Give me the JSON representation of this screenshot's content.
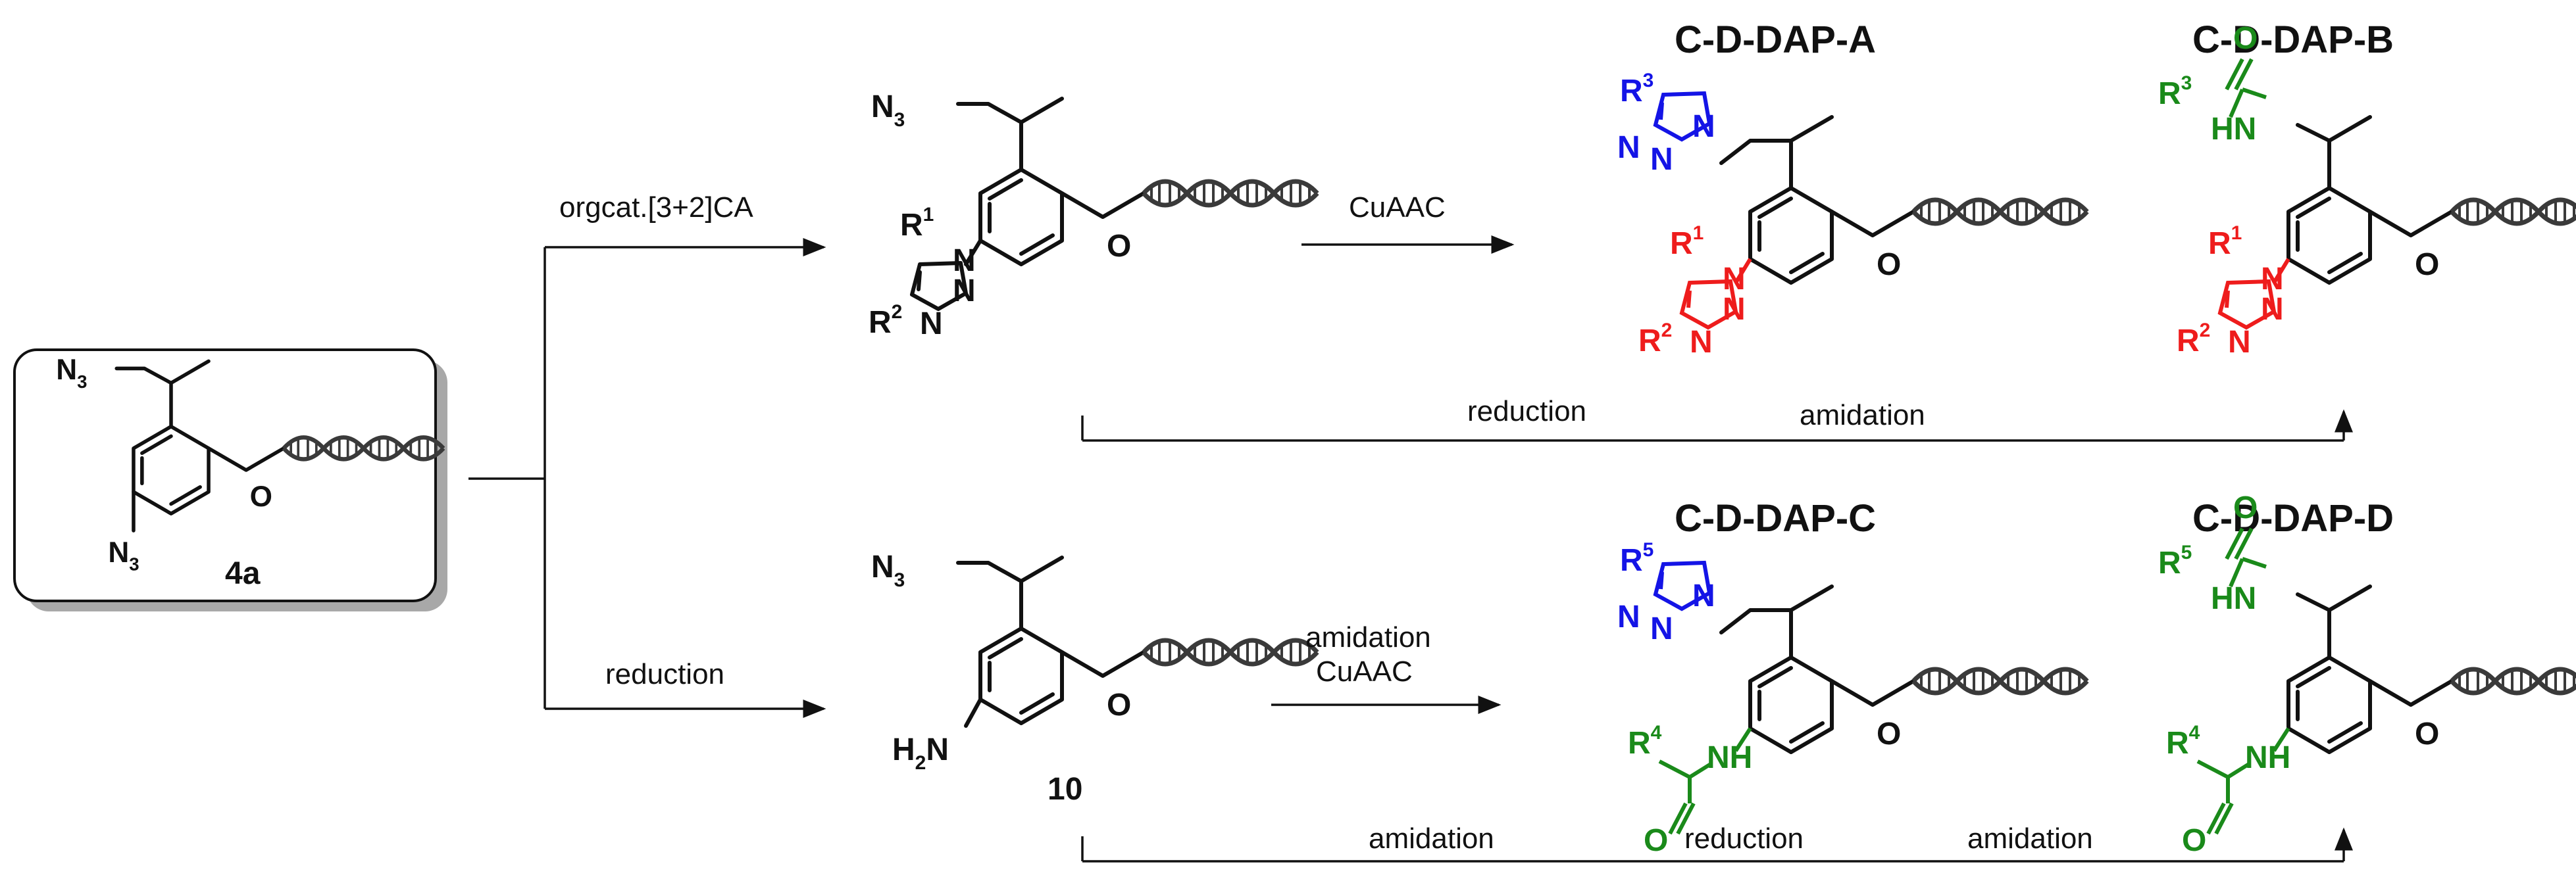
{
  "colors": {
    "black": "#111111",
    "blue": "#1414e6",
    "red": "#ee1c1c",
    "green": "#1a8a1a",
    "box_fill": "#ffffff",
    "box_shadow": "#a8a8a8",
    "dna": "#3a3a3a"
  },
  "compounds": {
    "start": {
      "label": "4a"
    },
    "amine": {
      "label": "10"
    }
  },
  "atoms": {
    "n3": "N",
    "n3_sub": "3",
    "h2n_h": "H",
    "h2n_sub": "2",
    "h2n_n": "N",
    "o": "O",
    "n": "N",
    "hn": "HN",
    "nh": "NH",
    "r": "R",
    "r1": "1",
    "r2": "2",
    "r3": "3",
    "r4": "4",
    "r5": "5"
  },
  "arrows": {
    "upper_branch": "orgcat.[3+2]CA",
    "lower_branch": "reduction",
    "cuaac": "CuAAC",
    "amide_line1": "amidation",
    "amide_line2": "CuAAC",
    "bracket_top_1": "reduction",
    "bracket_top_2": "amidation",
    "bracket_bot_1": "amidation",
    "bracket_bot_2": "reduction",
    "bracket_bot_3": "amidation"
  },
  "products": {
    "a": "C-D-DAP-A",
    "b": "C-D-DAP-B",
    "c": "C-D-DAP-C",
    "d": "C-D-DAP-D"
  }
}
